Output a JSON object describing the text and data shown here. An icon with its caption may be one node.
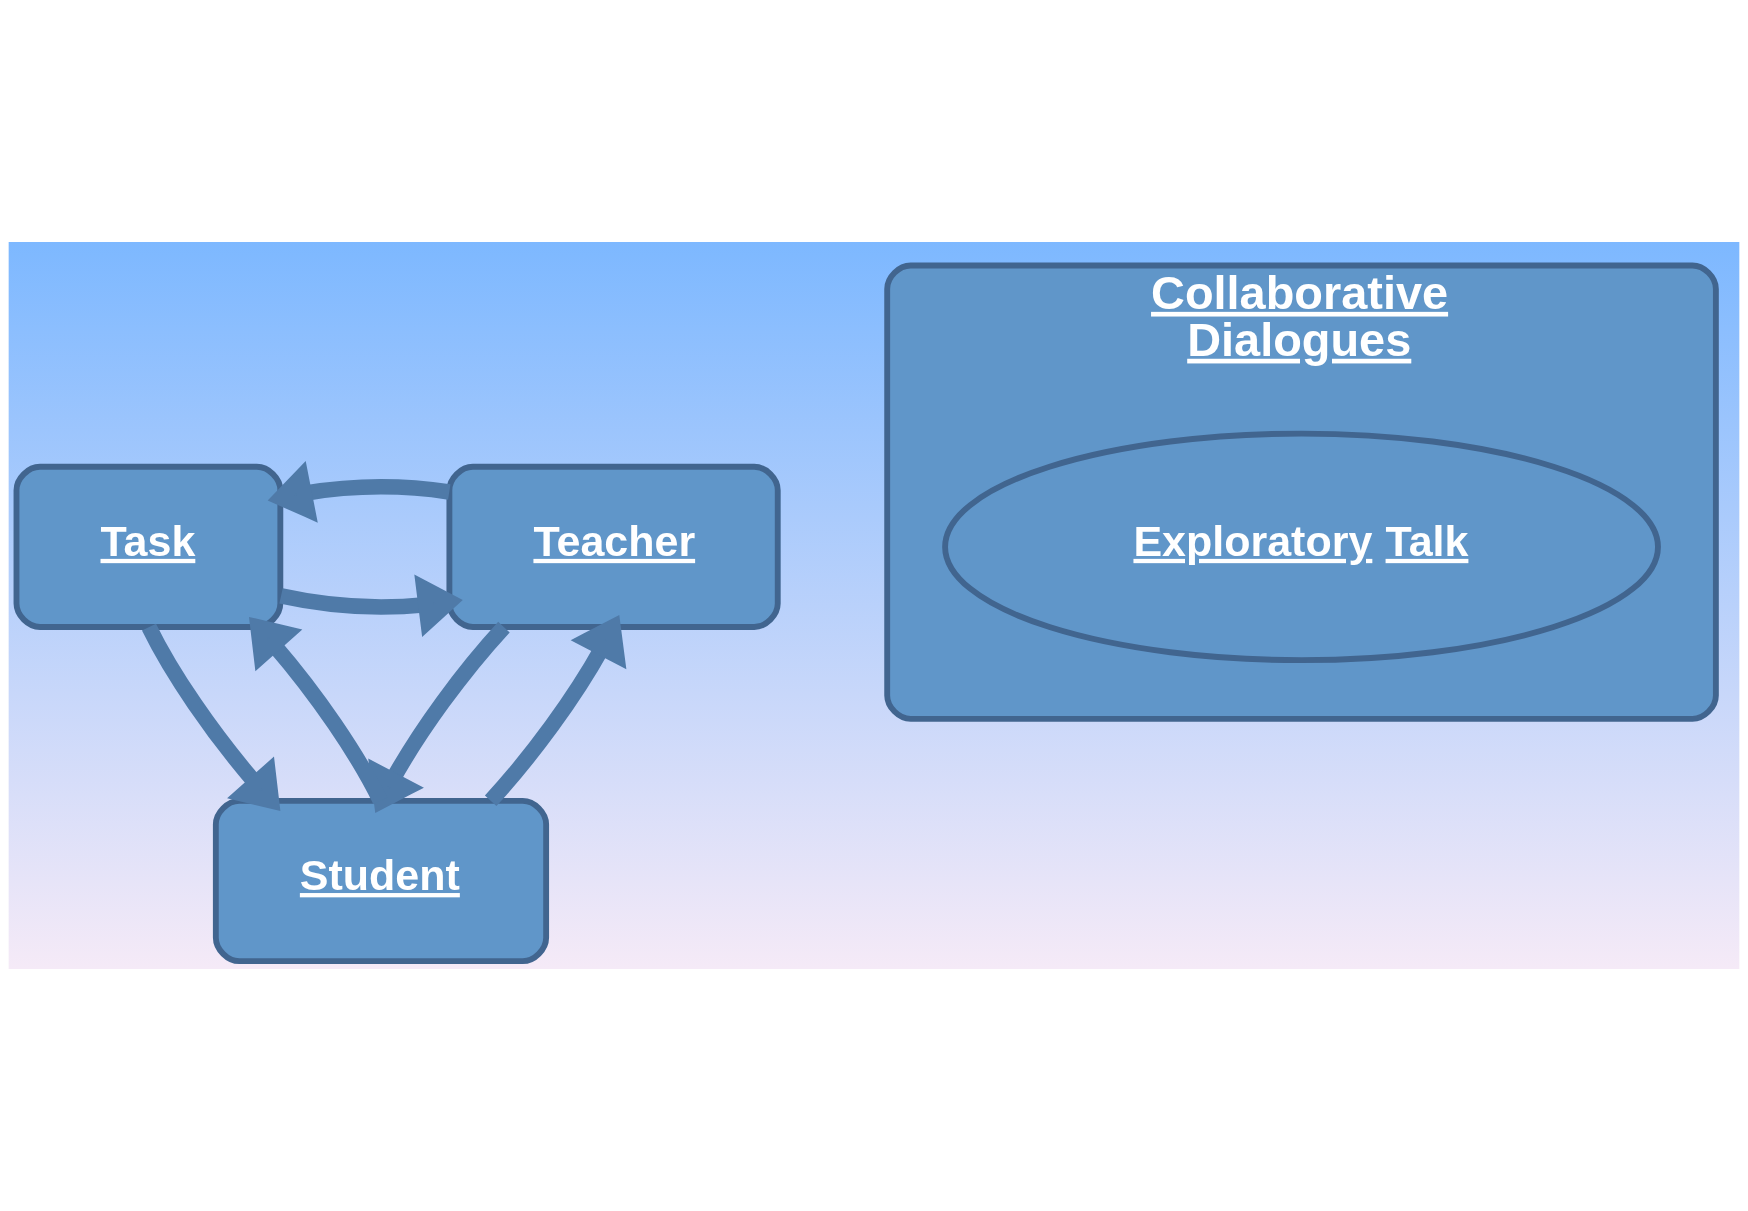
{
  "diagram": {
    "nodes": [
      {
        "text": [
          "Collaborative",
          "Dialogues"
        ]
      },
      {
        "text": [
          "Task"
        ]
      },
      {
        "text": [
          "Teacher"
        ]
      },
      {
        "text": [
          "Exploratory Talk"
        ],
        "in": 0
      },
      {
        "text": [
          "Student"
        ]
      }
    ],
    "edges": [
      {
        "from": 1,
        "to": 2,
        "arrow": "to"
      },
      {
        "from": 2,
        "to": 1,
        "arrow": "to"
      },
      {
        "from": 4,
        "to": 1,
        "arrow": "to"
      },
      {
        "from": 1,
        "to": 4,
        "arrow": "to"
      },
      {
        "from": 4,
        "to": 2,
        "arrow": "to"
      },
      {
        "from": 2,
        "to": 4,
        "arrow": "to"
      }
    ]
  }
}
